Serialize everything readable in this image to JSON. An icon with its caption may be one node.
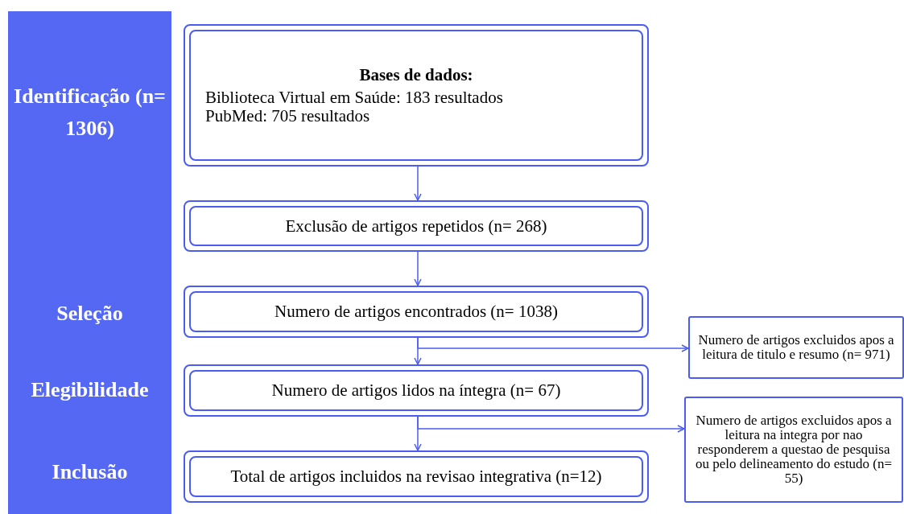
{
  "diagram": {
    "nodes": [
      {
        "text": [
          "Bases de dados:",
          "Biblioteca Virtual em Saúde: 183 resultados",
          "PubMed: 705 resultados"
        ]
      },
      {
        "text": [
          "Exclusão de artigos repetidos (n= 268)"
        ]
      },
      {
        "text": [
          "Numero de artigos encontrados (n= 1038)"
        ]
      },
      {
        "text": [
          "Numero de artigos excluidos apos a leitura de titulo e resumo (n= 971)"
        ]
      },
      {
        "text": [
          "Numero de artigos lidos na íntegra (n= 67)"
        ]
      },
      {
        "text": [
          "Numero de artigos excluidos apos a leitura na integra por nao responderem a questao de pesquisa ou pelo delineamento do estudo (n= 55)"
        ]
      },
      {
        "text": [
          "Total de artigos incluidos na revisao integrativa (n=12)"
        ]
      }
    ],
    "edges": [
      {
        "from": 0,
        "to": 1,
        "arrow": "to"
      },
      {
        "from": 1,
        "to": 2,
        "arrow": "to"
      },
      {
        "from": 2,
        "to": 4,
        "arrow": "to"
      },
      {
        "from": 2,
        "to": 3,
        "arrow": "to"
      },
      {
        "from": 4,
        "to": 6,
        "arrow": "to"
      },
      {
        "from": 4,
        "to": 5,
        "arrow": "to"
      }
    ],
    "labels": [
      "Identificação (n= 1306)",
      "Seleção",
      "Elegibilidade",
      "Inclusão"
    ]
  }
}
